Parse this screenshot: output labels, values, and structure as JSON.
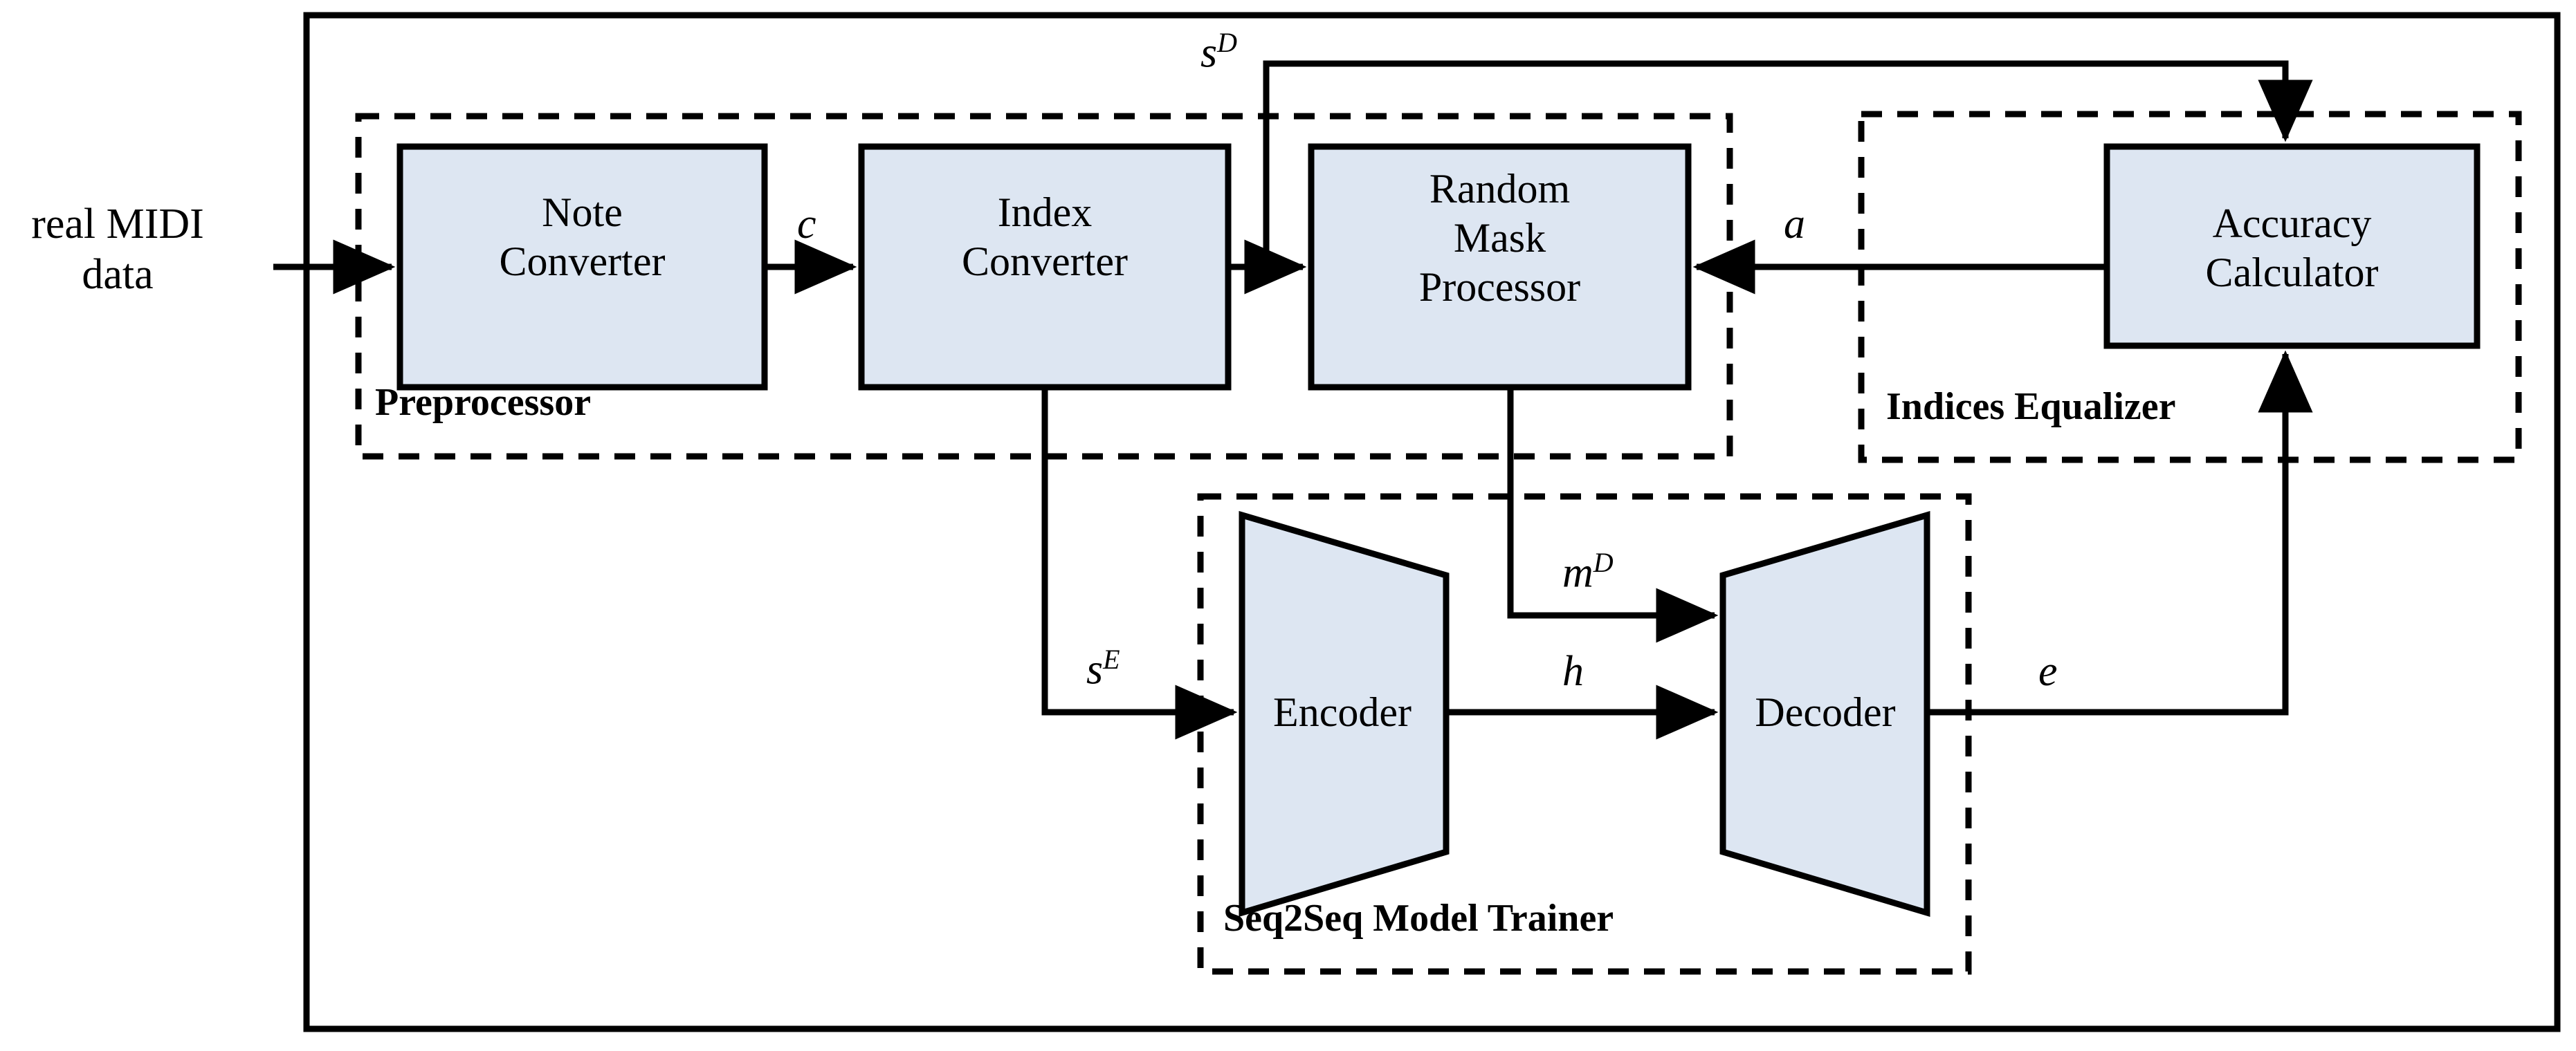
{
  "diagram": {
    "title": "Seq2Seq MIDI training pipeline block diagram",
    "colors": {
      "block_fill": "#DDE6F2",
      "block_stroke": "#000000",
      "group_stroke": "#000000",
      "outer_stroke": "#000000",
      "background": "#FFFFFF"
    },
    "external_input": {
      "label": "real MIDI\ndata"
    },
    "groups": [
      {
        "id": "preprocessor",
        "label": "Preprocessor"
      },
      {
        "id": "indices-equalizer",
        "label": "Indices Equalizer"
      },
      {
        "id": "seq2seq",
        "label": "Seq2Seq Model Trainer"
      }
    ],
    "blocks": [
      {
        "id": "note-converter",
        "label": "Note\nConverter",
        "group": "preprocessor",
        "shape": "rect"
      },
      {
        "id": "index-converter",
        "label": "Index\nConverter",
        "group": "preprocessor",
        "shape": "rect"
      },
      {
        "id": "random-mask-processor",
        "label": "Random\nMask\nProcessor",
        "group": "preprocessor",
        "shape": "rect"
      },
      {
        "id": "accuracy-calculator",
        "label": "Accuracy\nCalculator",
        "group": "indices-equalizer",
        "shape": "rect"
      },
      {
        "id": "encoder",
        "label": "Encoder",
        "group": "seq2seq",
        "shape": "trapezoid-left"
      },
      {
        "id": "decoder",
        "label": "Decoder",
        "group": "seq2seq",
        "shape": "trapezoid-right"
      }
    ],
    "edges": [
      {
        "id": "in-to-note",
        "from": "external-input",
        "to": "note-converter",
        "label": "",
        "sup": ""
      },
      {
        "id": "note-to-index",
        "from": "note-converter",
        "to": "index-converter",
        "label": "c",
        "sup": ""
      },
      {
        "id": "index-to-mask",
        "from": "index-converter",
        "to": "random-mask-processor",
        "label": "",
        "sup": ""
      },
      {
        "id": "index-to-accuracy",
        "from": "index-converter",
        "to": "accuracy-calculator",
        "label": "s",
        "sup": "D"
      },
      {
        "id": "index-to-encoder",
        "from": "index-converter",
        "to": "encoder",
        "label": "s",
        "sup": "E"
      },
      {
        "id": "mask-to-decoder",
        "from": "random-mask-processor",
        "to": "decoder",
        "label": "m",
        "sup": "D"
      },
      {
        "id": "encoder-to-decoder",
        "from": "encoder",
        "to": "decoder",
        "label": "h",
        "sup": ""
      },
      {
        "id": "decoder-to-accuracy",
        "from": "decoder",
        "to": "accuracy-calculator",
        "label": "e",
        "sup": ""
      },
      {
        "id": "accuracy-to-mask",
        "from": "accuracy-calculator",
        "to": "random-mask-processor",
        "label": "a",
        "sup": ""
      }
    ]
  }
}
